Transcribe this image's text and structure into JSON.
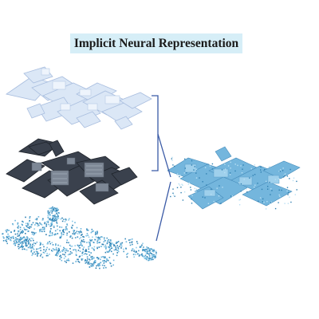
{
  "title": "Implicit Neural Representation",
  "colors": {
    "title_background": "#d6eef7",
    "connector": "#3a5aa6",
    "coarse_model": "#c9daf0",
    "mesh_model": "#3d4450",
    "point_cloud": "#4a9cc8",
    "reconstruction": "#5aa7d4"
  },
  "panels": [
    {
      "name": "coarse-geometry-model",
      "icon": "light-blue-building-blocks"
    },
    {
      "name": "detailed-mesh-model",
      "icon": "dark-building-mesh"
    },
    {
      "name": "point-cloud-scan",
      "icon": "blue-point-cloud"
    },
    {
      "name": "fused-reconstruction",
      "icon": "blue-reconstructed-buildings"
    }
  ]
}
